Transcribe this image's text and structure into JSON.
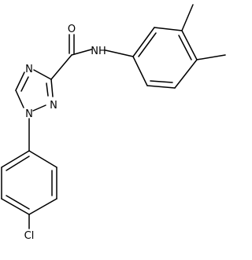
{
  "atoms": {
    "o": "O",
    "nh": "NH",
    "n4": "N",
    "n2": "N",
    "n1": "N",
    "cl": "Cl"
  }
}
